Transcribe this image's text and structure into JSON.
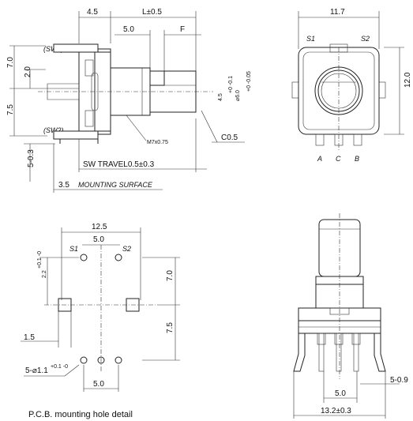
{
  "side_view": {
    "dim_top_left": "4.5",
    "dim_top_shaft": "L±0.5",
    "dim_5_0": "5.0",
    "dim_F": "F",
    "dim_7_0": "7.0",
    "dim_2_0": "2.0",
    "dim_7_5": "7.5",
    "dim_5_03": "5-0.3",
    "label_sw1": "(SW1)",
    "label_sw2": "(SW2)",
    "dim_shaft_d1": "4.5",
    "dim_shaft_d1_tol": "+0 -0.1",
    "dim_shaft_d2": "⌀6.0",
    "dim_shaft_d2_tol": "+0 -0.05",
    "thread": "M7x0.75",
    "chamfer": "C0.5",
    "sw_travel": "SW TRAVEL0.5±0.3",
    "dim_3_5": "3.5",
    "mounting_surface": "MOUNTING SURFACE"
  },
  "front_view": {
    "dim_width": "11.7",
    "dim_height": "12.0",
    "s1": "S1",
    "s2": "S2",
    "pin_a": "A",
    "pin_c": "C",
    "pin_b": "B"
  },
  "pcb_view": {
    "dim_12_5": "12.5",
    "dim_5_0_top": "5.0",
    "s1": "S1",
    "s2": "S2",
    "dim_2_2": "2.2",
    "dim_2_2_tol": "+0.1 -0",
    "dim_7_0": "7.0",
    "dim_7_5": "7.5",
    "dim_1_5": "1.5",
    "hole_label": "5-⌀1.1",
    "hole_tol": "+0.1 -0",
    "dim_5_0_bottom": "5.0",
    "caption": "P.C.B.  mounting hole detail"
  },
  "bottom_view": {
    "dim_5_0": "5.0",
    "dim_5_09": "5-0.9",
    "dim_13_2": "13.2±0.3"
  }
}
